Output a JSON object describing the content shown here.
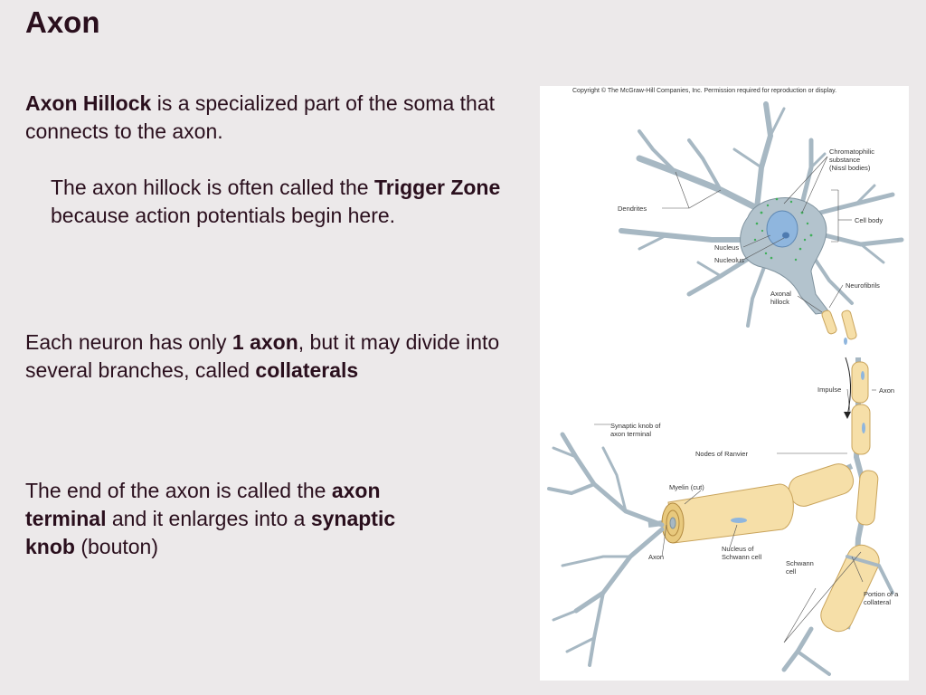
{
  "slide": {
    "title": "Axon",
    "p1": {
      "b1": "Axon Hillock",
      "t1": " is a specialized part of the soma that connects to the axon."
    },
    "p2": {
      "t1": "The axon hillock is often called the ",
      "b1": "Trigger Zone",
      "t2": " because action potentials begin here."
    },
    "p3": {
      "t1": "Each neuron has only ",
      "b1": "1 axon",
      "t2": ", but it may divide into several branches, called ",
      "b2": "collaterals"
    },
    "p4": {
      "t1": "The end of the axon is called the ",
      "b1": "axon terminal",
      "t2": " and it enlarges into a ",
      "b2": "synaptic knob",
      "t3": " (bouton)"
    }
  },
  "figure": {
    "copyright": "Copyright © The McGraw-Hill Companies, Inc. Permission required for reproduction or display.",
    "labels": {
      "chromatophilic_1": "Chromatophilic",
      "chromatophilic_2": "substance",
      "chromatophilic_3": "(Nissl bodies)",
      "dendrites": "Dendrites",
      "cell_body": "Cell body",
      "nucleus": "Nucleus",
      "nucleolus": "Nucleolus",
      "neurofibrils": "Neurofibrils",
      "axonal_hillock_1": "Axonal",
      "axonal_hillock_2": "hillock",
      "impulse": "Impulse",
      "axon_right": "Axon",
      "synaptic_knob_1": "Synaptic knob of",
      "synaptic_knob_2": "axon terminal",
      "nodes_of_ranvier": "Nodes of Ranvier",
      "myelin": "Myelin (cut)",
      "axon_bottom": "Axon",
      "nucleus_schwann_1": "Nucleus of",
      "nucleus_schwann_2": "Schwann cell",
      "schwann_1": "Schwann",
      "schwann_2": "cell",
      "collateral_1": "Portion of a",
      "collateral_2": "collateral"
    },
    "colors": {
      "neuron": "#b3c3cd",
      "neuron_stroke": "#7f929e",
      "myelin": "#f6dfa8",
      "myelin_stroke": "#c9a45c",
      "nucleus": "#8fb6de",
      "nissl": "#3fae5a"
    }
  }
}
